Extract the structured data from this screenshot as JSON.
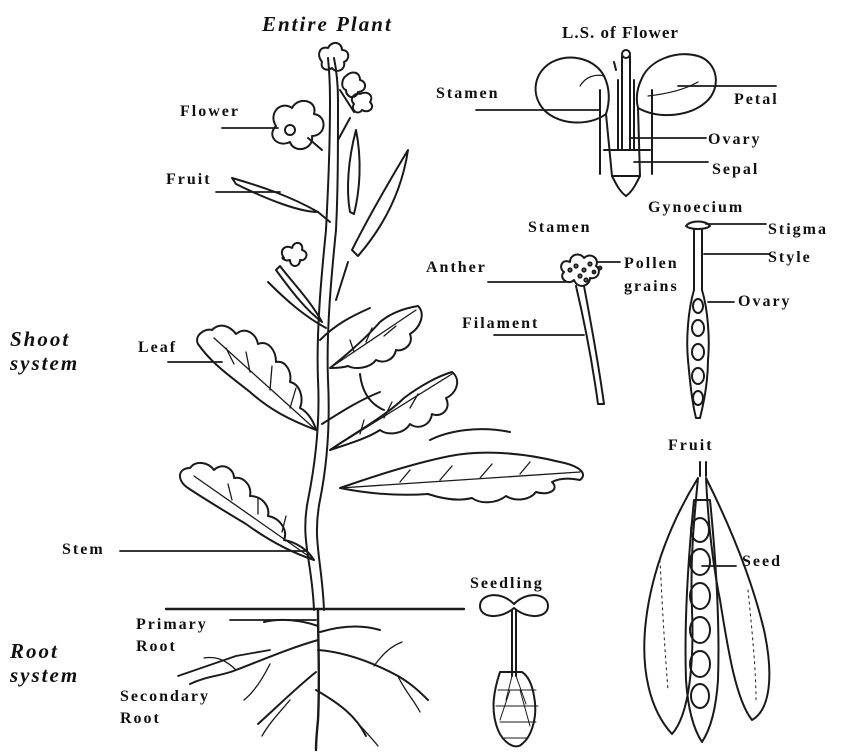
{
  "titles": {
    "entire_plant": "Entire Plant",
    "ls_flower": "L.S. of Flower",
    "stamen": "Stamen",
    "gynoecium": "Gynoecium",
    "fruit": "Fruit",
    "seedling": "Seedling"
  },
  "systems": {
    "shoot_line1": "Shoot",
    "shoot_line2": "system",
    "root_line1": "Root",
    "root_line2": "system"
  },
  "plant_labels": {
    "flower": "Flower",
    "fruit": "Fruit",
    "leaf": "Leaf",
    "stem": "Stem",
    "primary_root_line1": "Primary",
    "primary_root_line2": "Root",
    "secondary_root_line1": "Secondary",
    "secondary_root_line2": "Root"
  },
  "flower_labels": {
    "stamen": "Stamen",
    "petal": "Petal",
    "ovary": "Ovary",
    "sepal": "Sepal"
  },
  "stamen_labels": {
    "anther": "Anther",
    "pollen_line1": "Pollen",
    "pollen_line2": "grains",
    "filament": "Filament"
  },
  "gynoecium_labels": {
    "stigma": "Stigma",
    "style": "Style",
    "ovary": "Ovary"
  },
  "fruit_labels": {
    "seed": "Seed"
  }
}
